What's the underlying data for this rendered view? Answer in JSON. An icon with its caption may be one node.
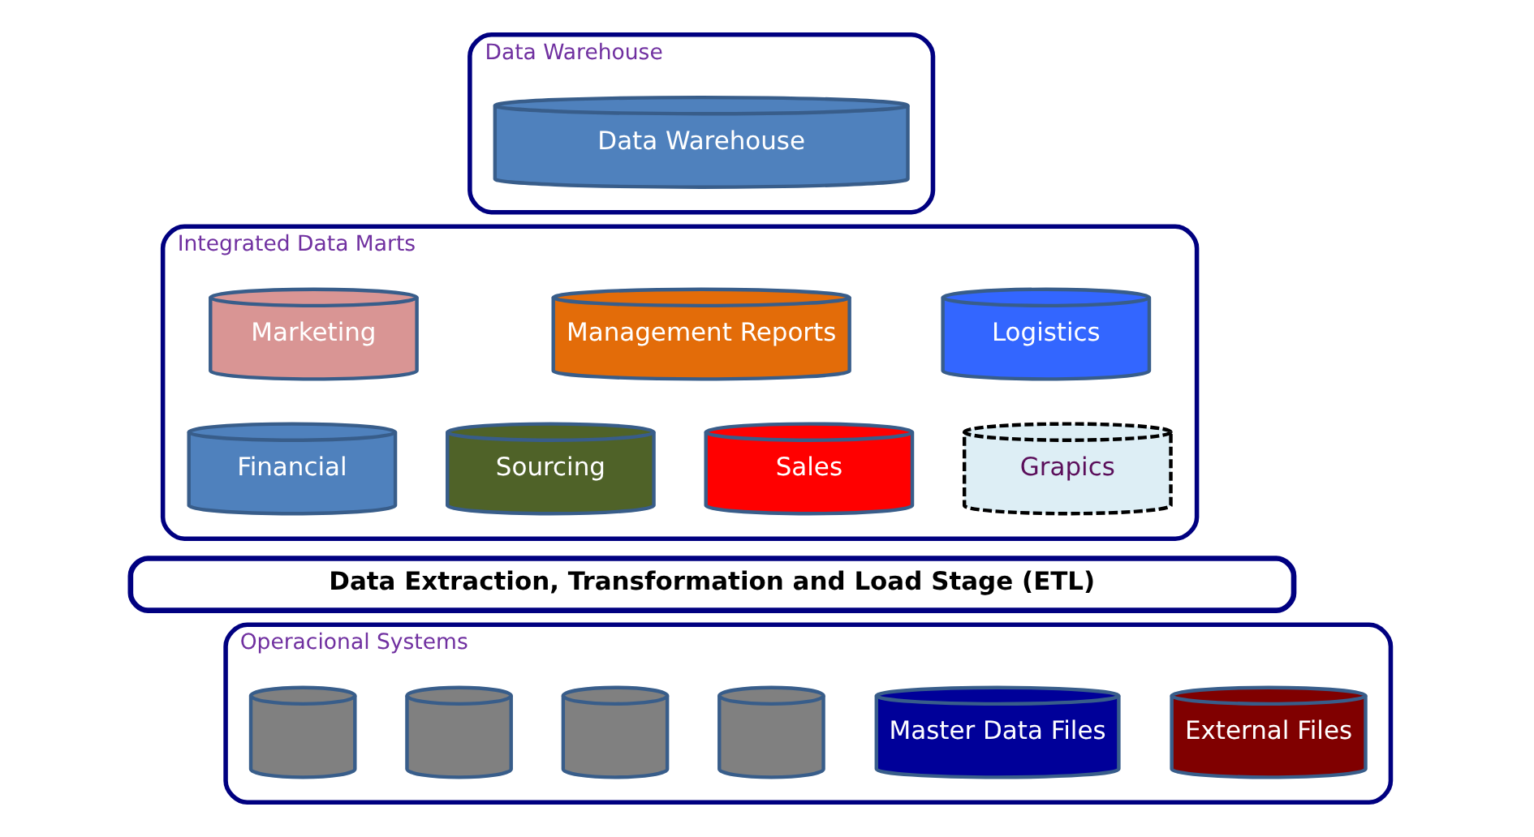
{
  "diagram": {
    "nodes": [
      {
        "text": [
          "Data Warehouse"
        ]
      },
      {
        "text": [
          "Data Warehouse"
        ],
        "in": 0
      },
      {
        "text": [
          "Integrated Data Marts"
        ]
      },
      {
        "text": [
          "Marketing"
        ],
        "in": 2
      },
      {
        "text": [
          "Management Reports"
        ],
        "in": 2
      },
      {
        "text": [
          "Logistics"
        ],
        "in": 2
      },
      {
        "text": [
          "Financial"
        ],
        "in": 2
      },
      {
        "text": [
          "Sourcing"
        ],
        "in": 2
      },
      {
        "text": [
          "Sales"
        ],
        "in": 2
      },
      {
        "text": [
          "Grapics"
        ],
        "in": 2
      },
      {
        "text": [
          "Data Extraction, Transformation and Load Stage (ETL)"
        ]
      },
      {
        "text": [
          "Operacional Systems"
        ]
      },
      {
        "text": [],
        "shape": "cylinder",
        "in": 11
      },
      {
        "text": [],
        "shape": "cylinder",
        "in": 11
      },
      {
        "text": [],
        "shape": "cylinder",
        "in": 11
      },
      {
        "text": [],
        "shape": "cylinder",
        "in": 11
      },
      {
        "text": [
          "Master Data Files"
        ],
        "in": 11
      },
      {
        "text": [
          "External Files"
        ],
        "in": 11
      }
    ],
    "edges": []
  }
}
